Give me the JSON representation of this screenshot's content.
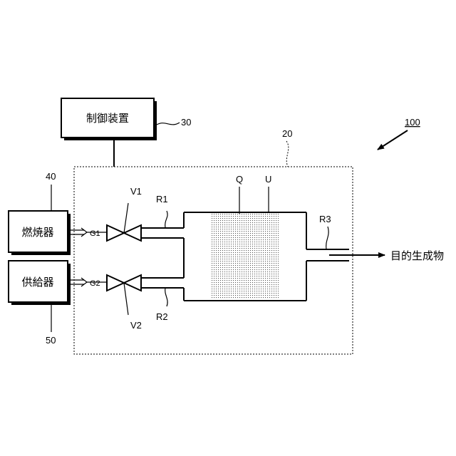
{
  "components": {
    "controller": {
      "text": "制御装置",
      "ref": "30"
    },
    "burner": {
      "text": "燃焼器",
      "ref": "40"
    },
    "supplier": {
      "text": "供給器",
      "ref": "50"
    }
  },
  "refs": {
    "system": "100",
    "enclosure": "20",
    "catalyst": "Q",
    "reactor": "U"
  },
  "flows": {
    "g1": "G1",
    "g2": "G2"
  },
  "valves": {
    "v1": "V1",
    "v2": "V2"
  },
  "pipes": {
    "r1": "R1",
    "r2": "R2",
    "r3": "R3"
  },
  "output": "目的生成物"
}
